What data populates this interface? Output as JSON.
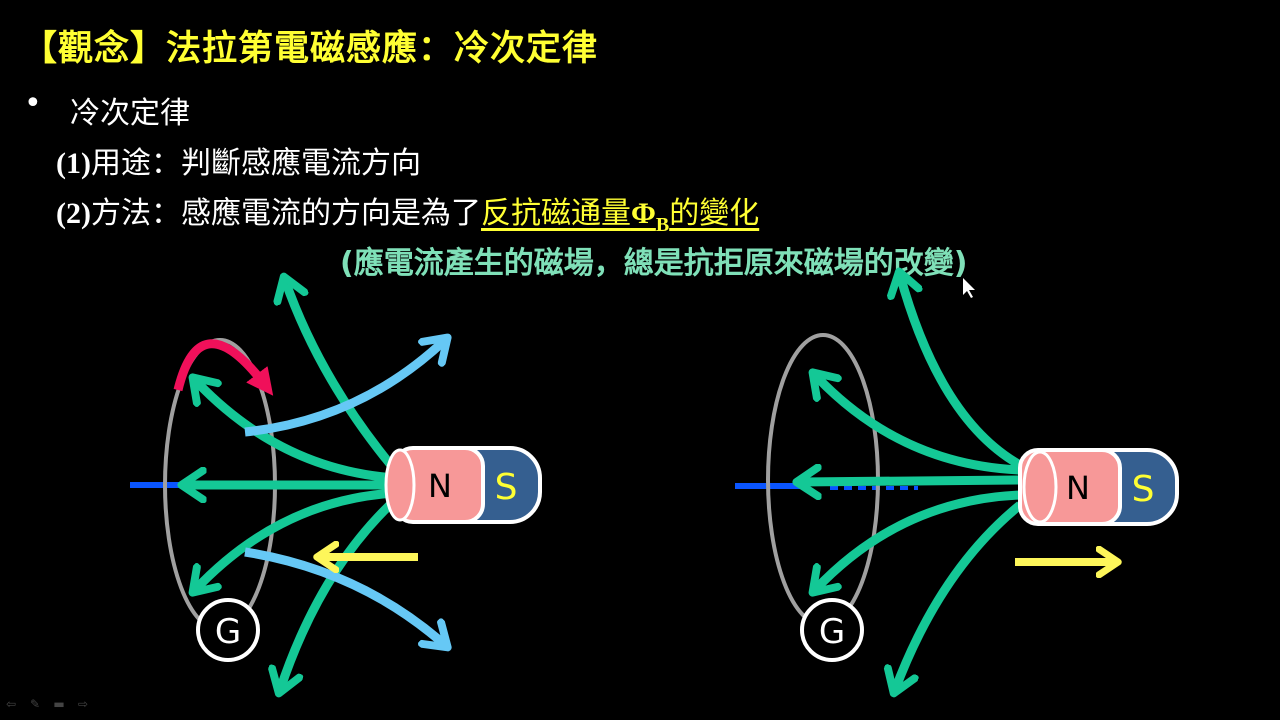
{
  "slide": {
    "title": "【觀念】法拉第電磁感應：冷次定律",
    "bullet_symbol": "•",
    "heading": "冷次定律",
    "item1": {
      "num": "(1)",
      "text": "用途：判斷感應電流方向"
    },
    "item2": {
      "num": "(2)",
      "text": "方法：感應電流的方向是為了",
      "highlight_pre": "反抗磁通量",
      "phi": "Φ",
      "sub": "B",
      "highlight_post": "的變化"
    },
    "note": "(應電流產生的磁場，總是抗拒原來磁場的改變)"
  },
  "diagrams": [
    {
      "name": "magnet-approaching",
      "magnet": {
        "north_label": "N",
        "south_label": "S"
      },
      "galvanometer_label": "G",
      "motion": "toward-coil"
    },
    {
      "name": "magnet-receding",
      "magnet": {
        "north_label": "N",
        "south_label": "S"
      },
      "galvanometer_label": "G",
      "motion": "away-from-coil"
    }
  ],
  "colors": {
    "title": "#ffff33",
    "field_line": "#14c896",
    "induced_field": "#66c8f5",
    "induced_current": "#f0105a",
    "north": "#f79898",
    "south": "#355f90",
    "motion_arrow": "#fdf65a",
    "axis": "#0a55ff",
    "coil": "#a0a0a0"
  },
  "toolbar": {
    "prev": "⇦",
    "pen": "✎",
    "menu": "▬",
    "next": "⇨"
  }
}
